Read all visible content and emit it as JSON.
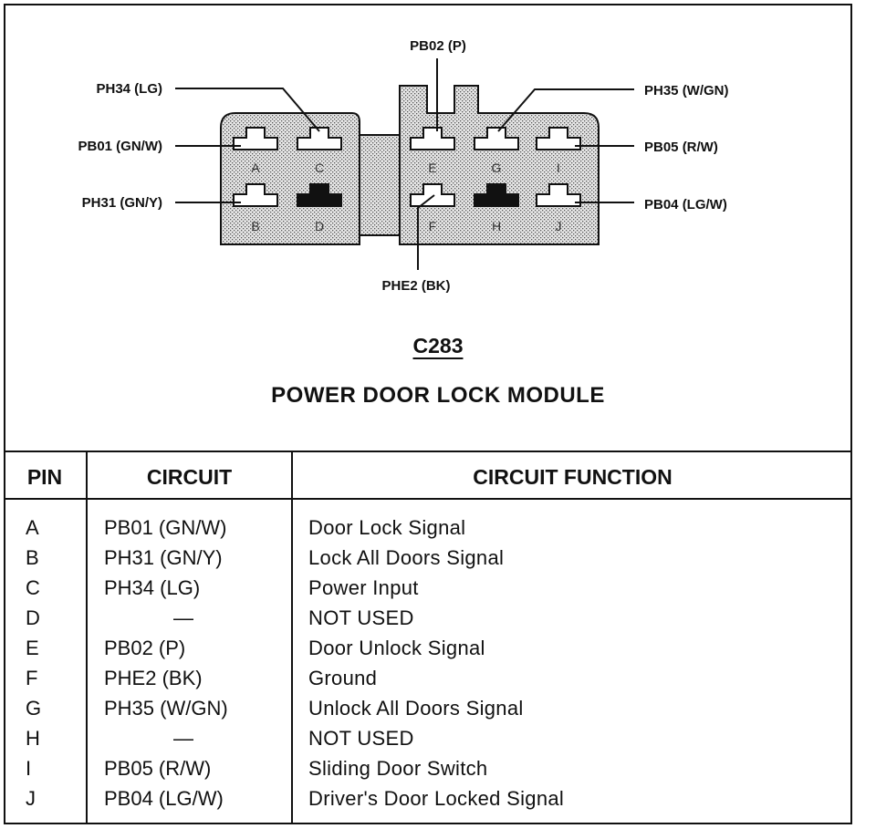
{
  "diagram": {
    "connector_code": "C283",
    "connector_name": "POWER DOOR LOCK MODULE",
    "callouts": [
      {
        "id": "pb02",
        "text": "PB02 (P)"
      },
      {
        "id": "ph34",
        "text": "PH34 (LG)"
      },
      {
        "id": "ph35",
        "text": "PH35 (W/GN)"
      },
      {
        "id": "pb01",
        "text": "PB01 (GN/W)"
      },
      {
        "id": "pb05",
        "text": "PB05 (R/W)"
      },
      {
        "id": "ph31",
        "text": "PH31 (GN/Y)"
      },
      {
        "id": "pb04",
        "text": "PB04 (LG/W)"
      },
      {
        "id": "phe2",
        "text": "PHE2 (BK)"
      }
    ],
    "pin_letters": [
      "A",
      "C",
      "E",
      "G",
      "I",
      "B",
      "D",
      "F",
      "H",
      "J"
    ]
  },
  "table": {
    "headers": {
      "pin": "PIN",
      "circuit": "CIRCUIT",
      "function": "CIRCUIT FUNCTION"
    },
    "rows": [
      {
        "pin": "A",
        "circuit": "PB01 (GN/W)",
        "function": "Door Lock Signal"
      },
      {
        "pin": "B",
        "circuit": "PH31 (GN/Y)",
        "function": "Lock All Doors Signal"
      },
      {
        "pin": "C",
        "circuit": "PH34 (LG)",
        "function": "Power Input"
      },
      {
        "pin": "D",
        "circuit": "—",
        "function": "NOT USED"
      },
      {
        "pin": "E",
        "circuit": "PB02 (P)",
        "function": "Door Unlock Signal"
      },
      {
        "pin": "F",
        "circuit": "PHE2 (BK)",
        "function": "Ground"
      },
      {
        "pin": "G",
        "circuit": "PH35 (W/GN)",
        "function": "Unlock All Doors Signal"
      },
      {
        "pin": "H",
        "circuit": "—",
        "function": "NOT USED"
      },
      {
        "pin": "I",
        "circuit": "PB05 (R/W)",
        "function": "Sliding Door Switch"
      },
      {
        "pin": "J",
        "circuit": "PB04 (LG/W)",
        "function": "Driver's Door Locked Signal"
      }
    ]
  },
  "colors": {
    "line": "#111111",
    "shade": "#c8c8c8",
    "background": "#ffffff"
  }
}
